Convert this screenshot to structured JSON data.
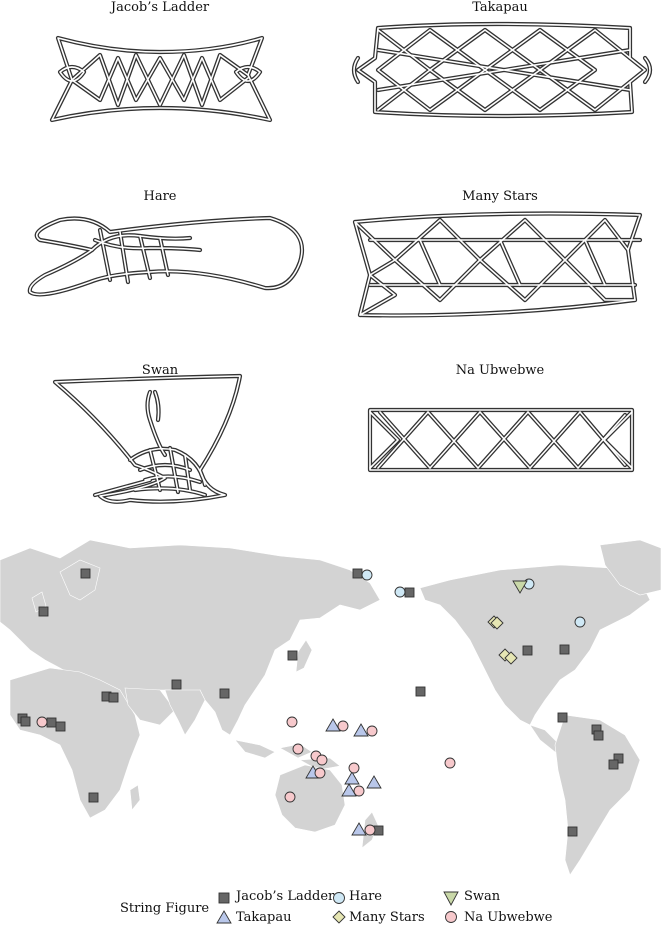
{
  "figures": [
    {
      "key": "jacobs_ladder",
      "title": "Jacob’s Ladder"
    },
    {
      "key": "takapau",
      "title": "Takapau"
    },
    {
      "key": "hare",
      "title": "Hare"
    },
    {
      "key": "many_stars",
      "title": "Many Stars"
    },
    {
      "key": "swan",
      "title": "Swan"
    },
    {
      "key": "na_ubwebwe",
      "title": "Na Ubwebwe"
    }
  ],
  "legend": {
    "title": "String Figure",
    "items": [
      {
        "key": "jacobs_ladder",
        "label": "Jacob’s Ladder",
        "marker": "square",
        "color": "#666666"
      },
      {
        "key": "hare",
        "label": "Hare",
        "marker": "circle",
        "color": "#cfe8f5"
      },
      {
        "key": "swan",
        "label": "Swan",
        "marker": "triangle-down",
        "color": "#c9d8a8"
      },
      {
        "key": "takapau",
        "label": "Takapau",
        "marker": "triangle-up",
        "color": "#b9c7ea"
      },
      {
        "key": "many_stars",
        "label": "Many Stars",
        "marker": "diamond",
        "color": "#e6e6b3"
      },
      {
        "key": "na_ubwebwe",
        "label": "Na Ubwebwe",
        "marker": "circle",
        "color": "#f7c9cc"
      }
    ]
  },
  "colors": {
    "land": "#d3d3d3",
    "line": "#333333"
  }
}
